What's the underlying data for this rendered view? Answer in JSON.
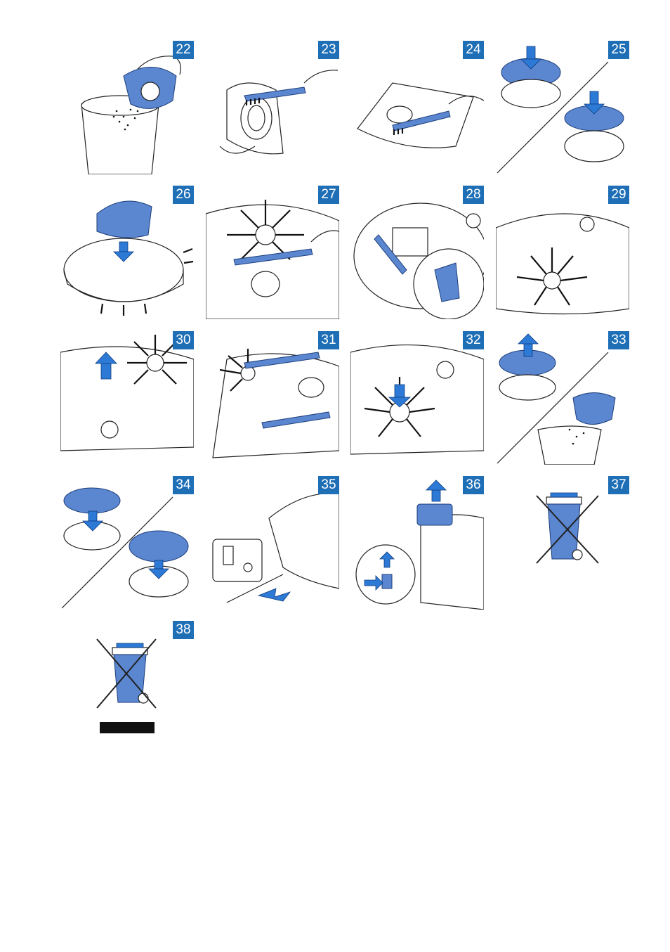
{
  "steps": {
    "s22": "22",
    "s23": "23",
    "s24": "24",
    "s25": "25",
    "s26": "26",
    "s27": "27",
    "s28": "28",
    "s29": "29",
    "s30": "30",
    "s31": "31",
    "s32": "32",
    "s33": "33",
    "s34": "34",
    "s35": "35",
    "s36": "36",
    "s37": "37",
    "s38": "38"
  },
  "colors": {
    "badge": "#1f6fb7",
    "part_blue": "#5b86d0",
    "arrow_blue": "#2d7ad6"
  },
  "icons": [
    "weee-crossed-bin-icon",
    "weee-crossed-bin-with-bar-icon"
  ]
}
